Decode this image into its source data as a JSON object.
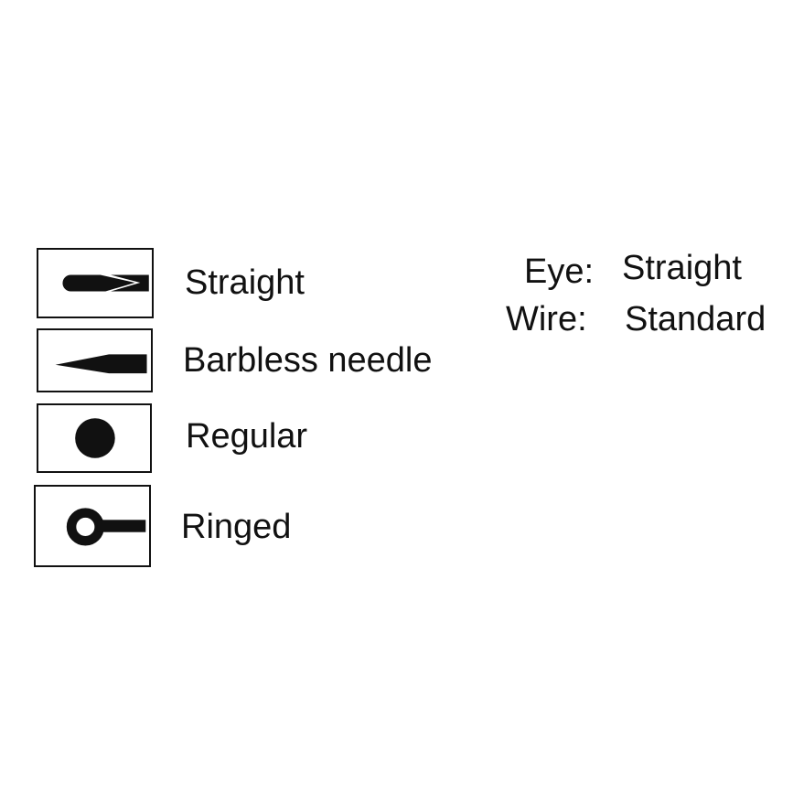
{
  "legend": [
    {
      "icon": "straight-point-icon",
      "label": "Straight"
    },
    {
      "icon": "barbless-needle-icon",
      "label": "Barbless needle"
    },
    {
      "icon": "regular-dot-icon",
      "label": "Regular"
    },
    {
      "icon": "ringed-eye-icon",
      "label": "Ringed"
    }
  ],
  "specs": {
    "eye_label": "Eye:",
    "eye_value": "Straight",
    "wire_label": "Wire:",
    "wire_value": "Standard"
  }
}
